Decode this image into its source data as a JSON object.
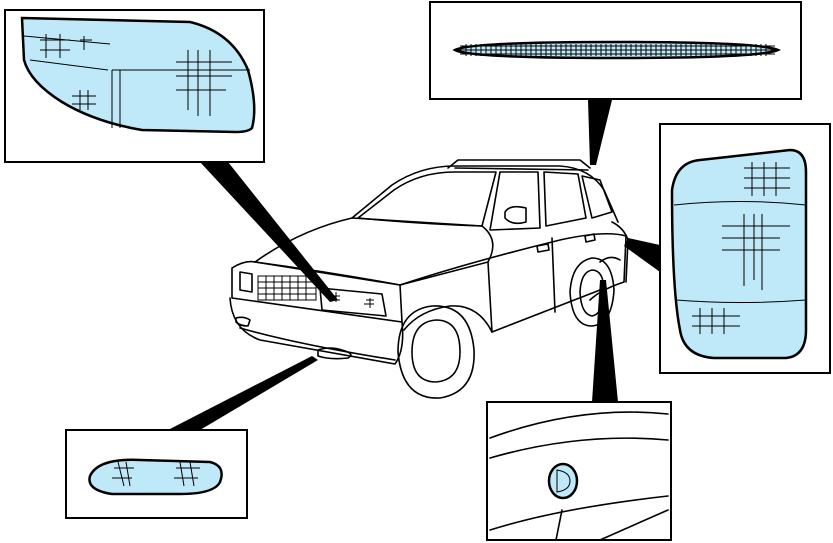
{
  "colors": {
    "lens": "#bfe9f8",
    "outline": "#000000",
    "background": "#ffffff"
  },
  "figure": {
    "subject": "sport-utility-vehicle-exterior-lamps",
    "callouts": [
      {
        "name": "headlamp-detail",
        "icon": "headlamp-icon"
      },
      {
        "name": "high-mount-brake-lamp-detail",
        "icon": "brake-lamp-icon"
      },
      {
        "name": "tail-lamp-detail",
        "icon": "tail-lamp-icon"
      },
      {
        "name": "side-marker-lamp-detail",
        "icon": "side-marker-icon"
      },
      {
        "name": "fog-lamp-detail",
        "icon": "fog-lamp-icon"
      }
    ]
  }
}
